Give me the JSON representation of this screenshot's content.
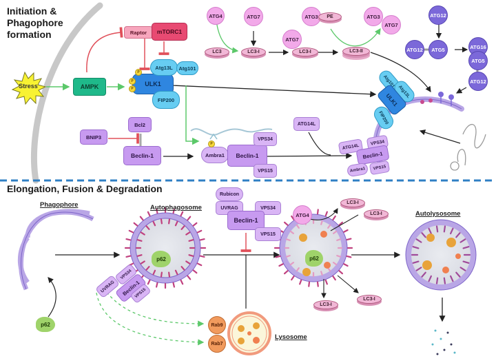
{
  "sections": {
    "initiation_title_line1": "Initiation &",
    "initiation_title_line2": "Phagophore",
    "initiation_title_line3": "formation",
    "elongation_title": "Elongation, Fusion & Degradation"
  },
  "initiation": {
    "stress": "Stress",
    "ampk": "AMPK",
    "raptor": "Raptor",
    "mtorc1": "mTORC1",
    "ulk1": "ULK1",
    "atg13l": "Atg13L",
    "atg101": "Atg101",
    "fip200": "FIP200",
    "phospho": "P",
    "bnip3": "BNIP3",
    "bcl2": "Bcl2",
    "beclin1": "Beclin-1",
    "ambra1": "Ambra1",
    "vps34": "VPS34",
    "vps15": "VPS15",
    "atg14l": "ATG14L"
  },
  "lc3_pathway": {
    "atg4": "ATG4",
    "atg7": "ATG7",
    "atg3": "ATG3",
    "pe": "PE",
    "lc3": "LC3",
    "lc3_i": "LC3-I",
    "lc3_ii": "LC3-II"
  },
  "atg12_pathway": {
    "atg12": "ATG12",
    "atg5": "ATG5",
    "atg16": "ATG16"
  },
  "phagophore_complex": {
    "atg101": "Atg101",
    "atg13l": "Atg13L",
    "ulk1": "ULK1",
    "fip200": "FIP200",
    "atg14l": "ATG14L",
    "vps34": "VPS34",
    "beclin1": "Beclin-1",
    "ambra1": "Ambra1",
    "vps15": "VPS15"
  },
  "elongation": {
    "phagophore_label": "Phagophore",
    "autophagosome_label": "Autophagosome",
    "autolysosome_label": "Autolysosome",
    "lysosome_label": "Lysosome",
    "p62": "p62",
    "rubicon": "Rubicon",
    "uvrag": "UVRAG",
    "vps34": "VPS34",
    "beclin1": "Beclin-1",
    "vps15": "VPS15",
    "atg4": "ATG4",
    "lc3_i": "LC3-I",
    "rab9": "Rab9",
    "rab7": "Rab7"
  },
  "colors": {
    "activation_arrow": "#5cc86a",
    "inhibition": "#e0505a",
    "divider": "#2f7fc4",
    "mtorc1": "#e84a72",
    "ampk": "#1fb98a",
    "ulk1": "#2f86e0",
    "membrane": "#b9a6e6"
  }
}
